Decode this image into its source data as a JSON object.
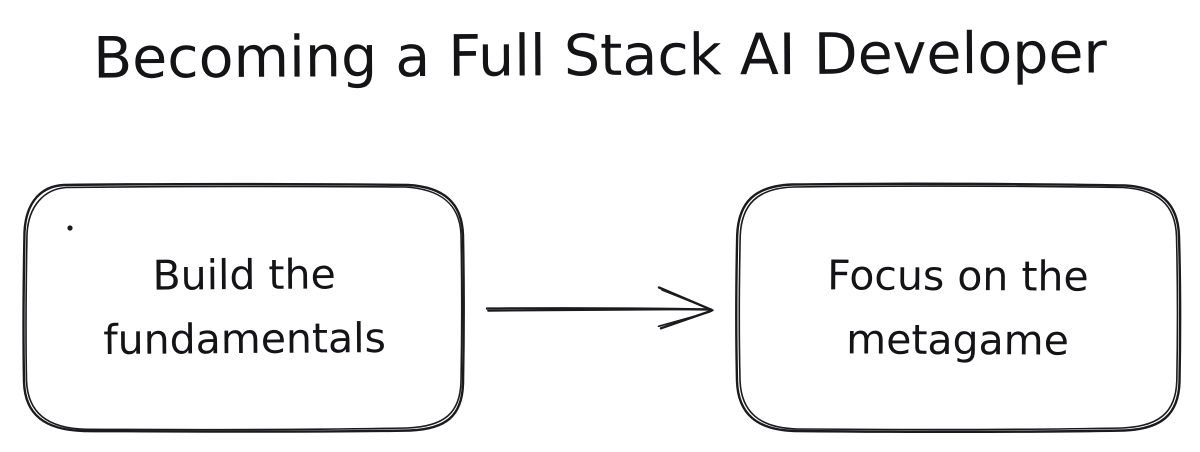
{
  "title": "Becoming a Full Stack AI Developer",
  "diagram": {
    "nodes": [
      {
        "id": "build-fundamentals",
        "label": "Build the\nfundamentals"
      },
      {
        "id": "focus-metagame",
        "label": "Focus on the\nmetagame"
      }
    ],
    "connector": {
      "from": "build-fundamentals",
      "to": "focus-metagame",
      "type": "arrow-right"
    },
    "style": "hand-drawn-sketch"
  },
  "colors": {
    "ink": "#1b1b1e",
    "background": "#ffffff"
  }
}
